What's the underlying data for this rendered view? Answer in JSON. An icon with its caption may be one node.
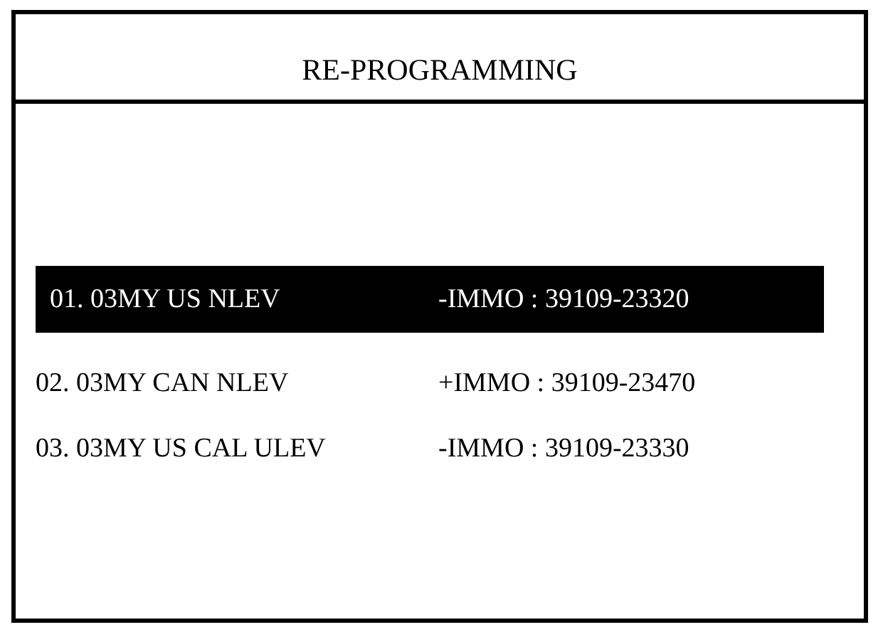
{
  "diagram": {
    "title": "RE-PROGRAMMING",
    "nodes": [
      {
        "text": [
          "01. 03MY US NLEV",
          "-IMMO : 39109-23320"
        ]
      }
    ],
    "labels": [
      "02. 03MY CAN NLEV",
      "+IMMO : 39109-23470",
      "03. 03MY US CAL ULEV",
      "-IMMO : 39109-23330"
    ]
  }
}
